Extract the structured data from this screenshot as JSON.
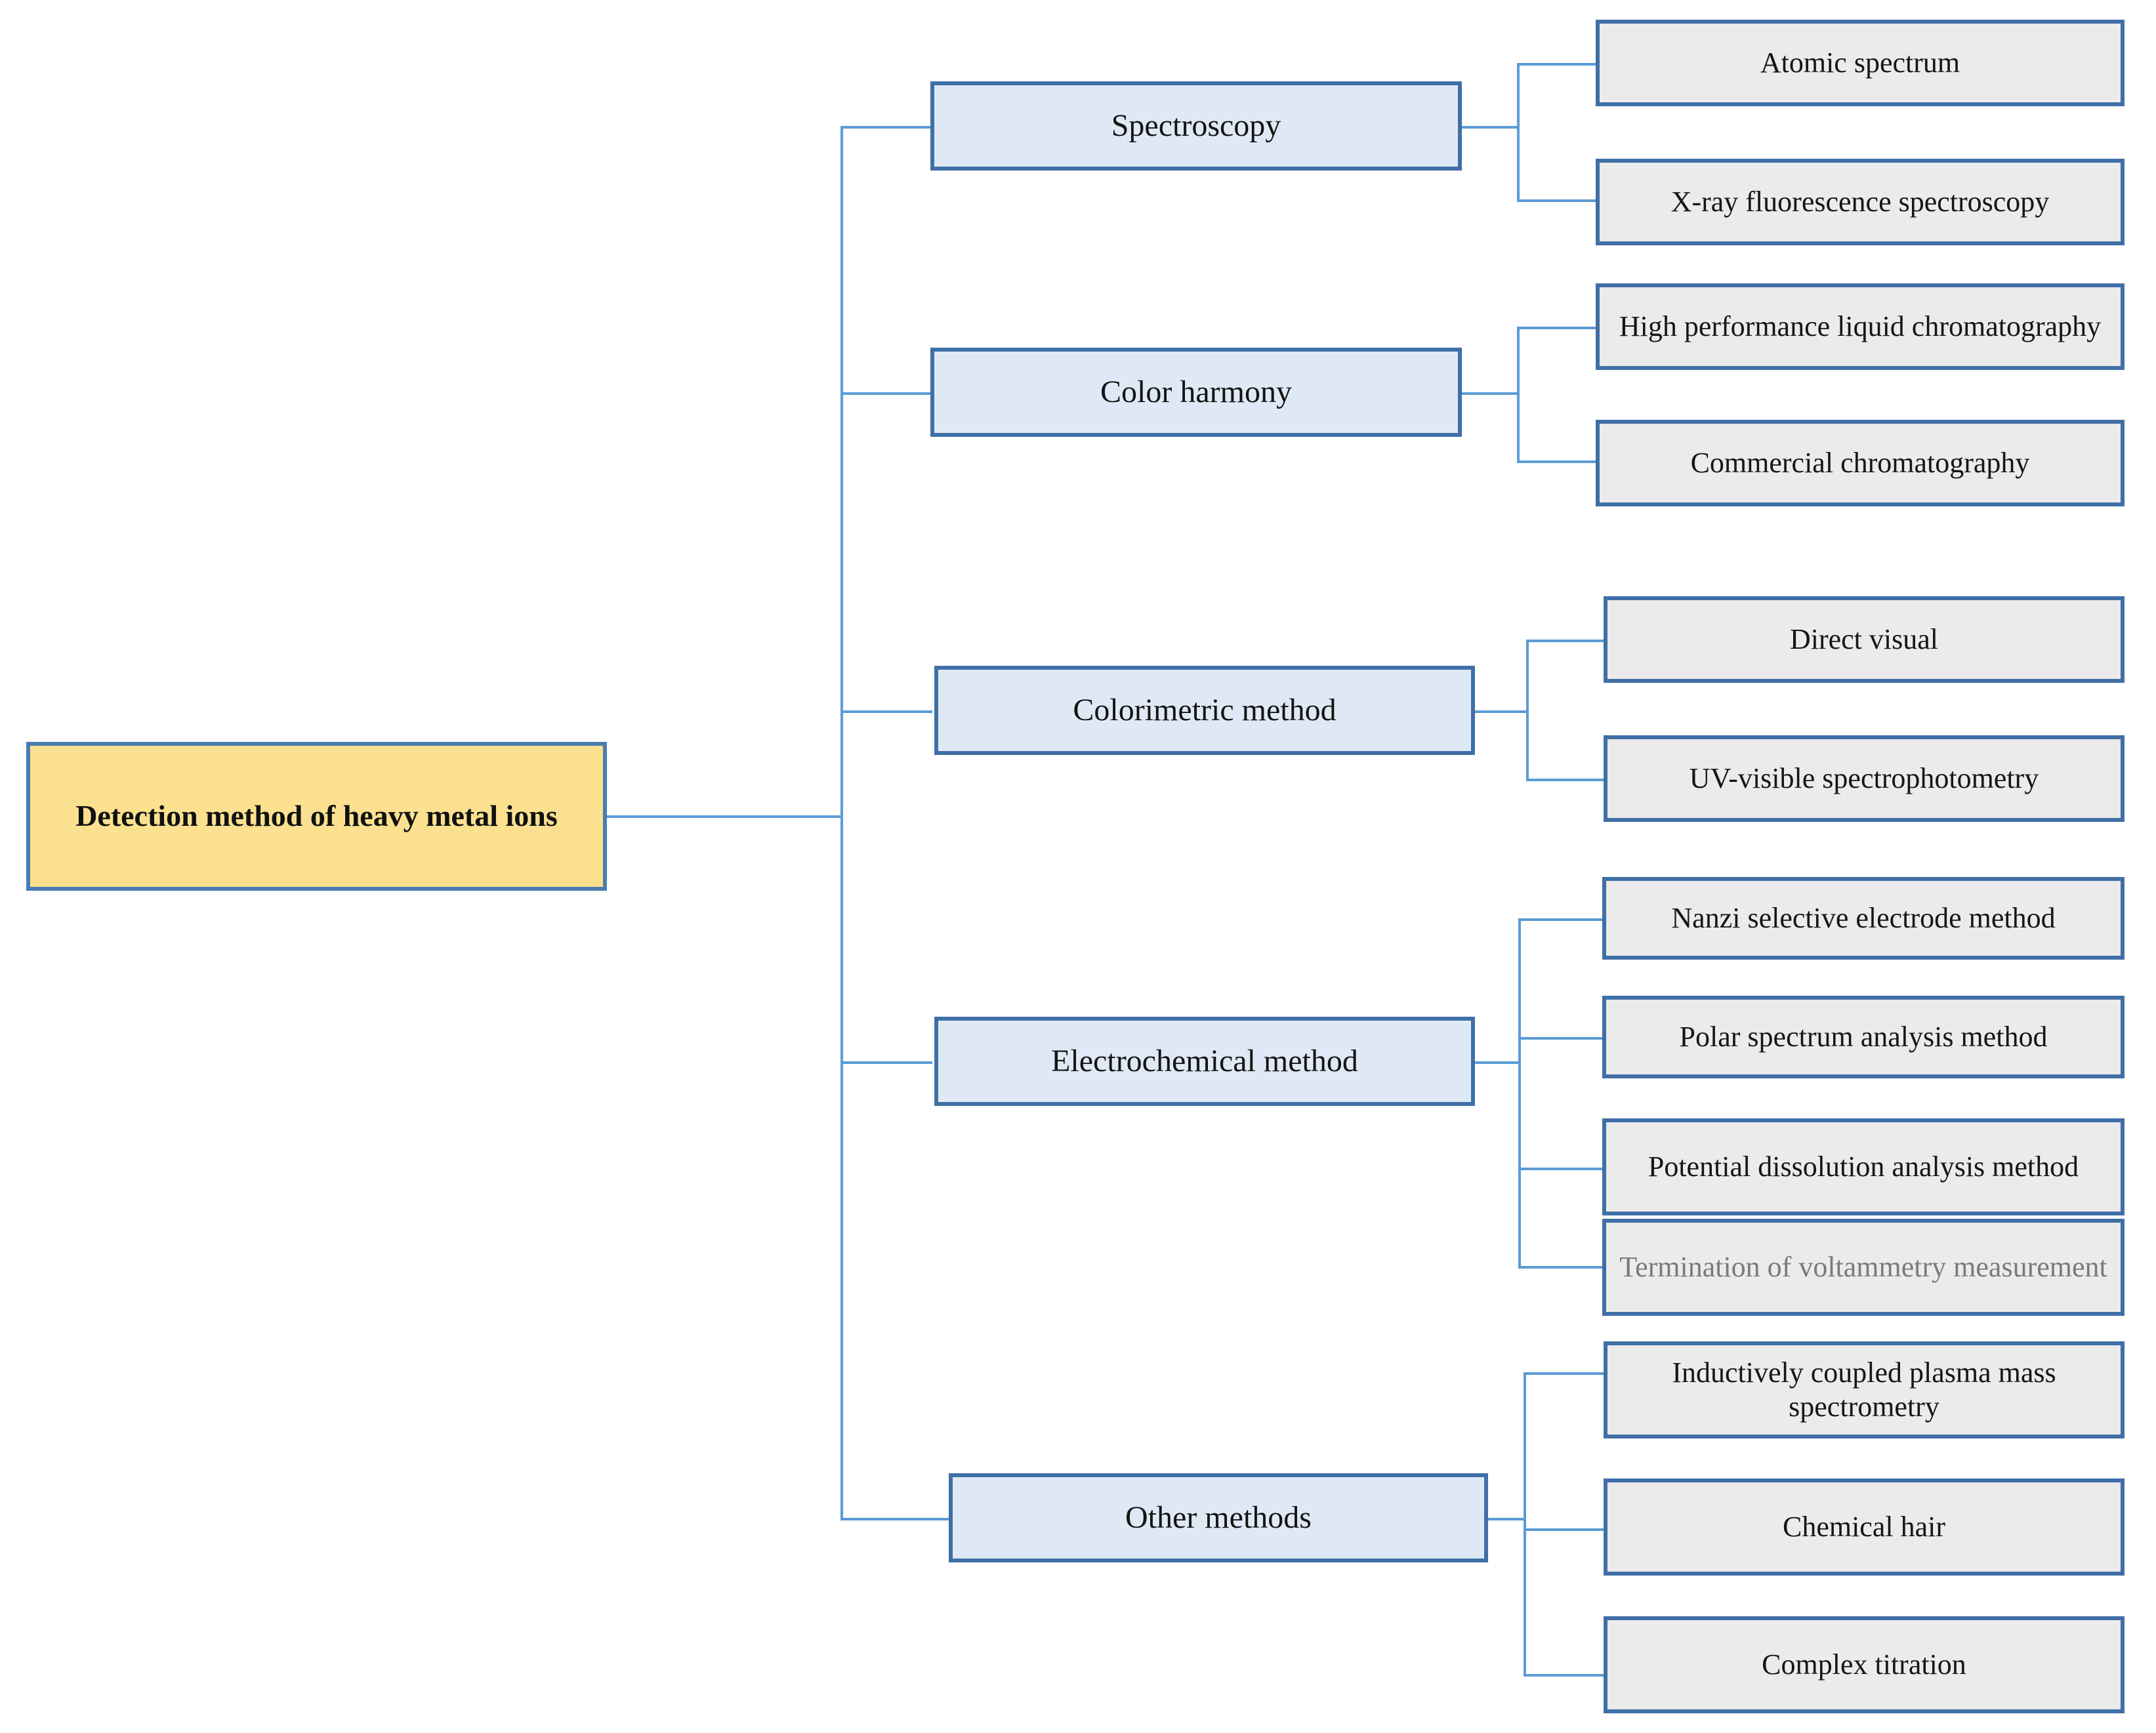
{
  "diagram": {
    "title": "Detection method of heavy metal ions",
    "type": "tree",
    "colors": {
      "root_fill": "#fbe18f",
      "category_fill": "#dfe9f5",
      "leaf_fill": "#ebebeb",
      "border": "#3f6fa6",
      "connector": "#5b9bd5",
      "faded_text": "#7a7a7a"
    },
    "root": {
      "label": "Detection method of heavy metal ions"
    },
    "categories": [
      {
        "label": "Spectroscopy",
        "children": [
          {
            "label": "Atomic spectrum"
          },
          {
            "label": "X-ray fluorescence spectroscopy"
          }
        ]
      },
      {
        "label": "Color harmony",
        "children": [
          {
            "label": "High performance liquid chromatography"
          },
          {
            "label": "Commercial chromatography"
          }
        ]
      },
      {
        "label": "Colorimetric method",
        "children": [
          {
            "label": "Direct visual"
          },
          {
            "label": "UV-visible spectrophotometry"
          }
        ]
      },
      {
        "label": "Electrochemical method",
        "children": [
          {
            "label": "Nanzi selective electrode method"
          },
          {
            "label": "Polar spectrum analysis method"
          },
          {
            "label": "Potential dissolution analysis method"
          },
          {
            "label": "Termination of voltammetry measurement",
            "faded": true
          }
        ]
      },
      {
        "label": "Other methods",
        "children": [
          {
            "label": "Inductively coupled plasma mass spectrometry"
          },
          {
            "label": "Chemical hair"
          },
          {
            "label": "Complex titration"
          }
        ]
      }
    ]
  }
}
